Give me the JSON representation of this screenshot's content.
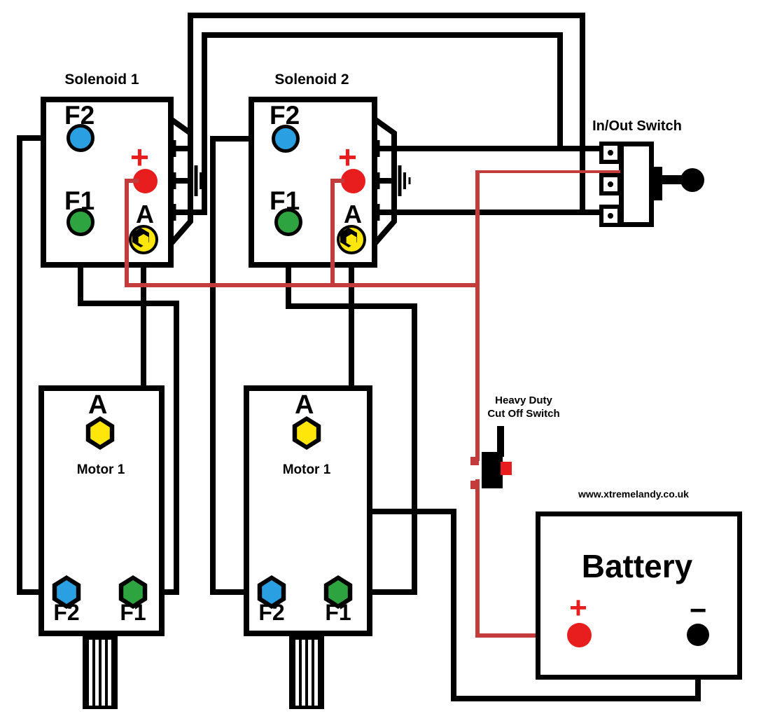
{
  "colors": {
    "background": "#ffffff",
    "line_black": "#000000",
    "wire_red": "#c43b3b",
    "terminal_red": "#e81e1e",
    "terminal_blue": "#2aa0e2",
    "terminal_green": "#2ea441",
    "terminal_yellow": "#ffe60a"
  },
  "solenoid1": {
    "title": "Solenoid 1",
    "f2_label": "F2",
    "f1_label": "F1",
    "a_label": "A",
    "plus_label": "+"
  },
  "solenoid2": {
    "title": "Solenoid 2",
    "f2_label": "F2",
    "f1_label": "F1",
    "a_label": "A",
    "plus_label": "+"
  },
  "inout_switch": {
    "label": "In/Out Switch"
  },
  "cutoff_switch": {
    "label_line1": "Heavy Duty",
    "label_line2": "Cut Off Switch"
  },
  "motor1": {
    "title": "Motor 1",
    "a_label": "A",
    "f2_label": "F2",
    "f1_label": "F1"
  },
  "motor2": {
    "title": "Motor 1",
    "a_label": "A",
    "f2_label": "F2",
    "f1_label": "F1"
  },
  "battery": {
    "title": "Battery",
    "plus_label": "+",
    "minus_label": "−"
  },
  "website_label": "www.xtremelandy.co.uk"
}
